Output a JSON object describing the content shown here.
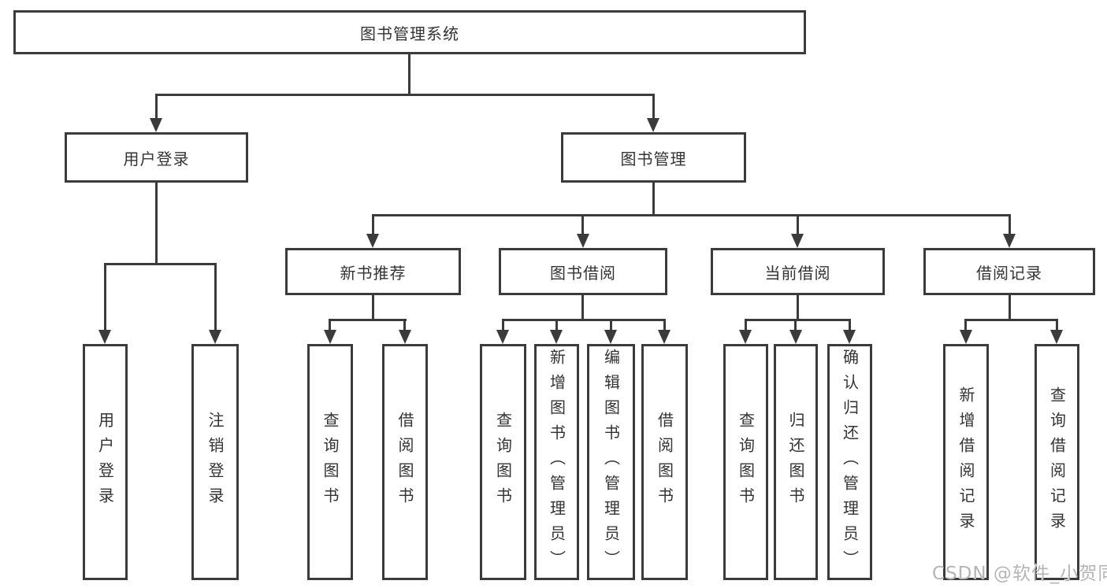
{
  "diagram_title": "图书管理系统",
  "tree": {
    "root": "图书管理系统",
    "l2": {
      "user_login": "用户登录",
      "book_mgmt": "图书管理"
    },
    "l3": {
      "new_book_rec": "新书推荐",
      "book_borrow": "图书借阅",
      "current_borrow": "当前借阅",
      "borrow_records": "借阅记录"
    },
    "leaves": {
      "login": "用户登录",
      "logout": "注销登录",
      "rec_query_book": "查询图书",
      "rec_borrow_book": "借阅图书",
      "bb_query_book": "查询图书",
      "bb_add_book": "新增图书（管理员）",
      "bb_edit_book": "编辑图书（管理员）",
      "bb_borrow_book": "借阅图书",
      "cb_query_book": "查询图书",
      "cb_return_book": "归还图书",
      "cb_confirm_return": "确认归还（管理员）",
      "br_add_record": "新增借阅记录",
      "br_query_record": "查询借阅记录"
    }
  },
  "watermark": {
    "text": "CSDN @软件_小贺同学"
  },
  "colors": {
    "line": "#3b3b3b",
    "text": "#333333",
    "background": "#ffffff",
    "watermark": "#b5b5b5"
  }
}
